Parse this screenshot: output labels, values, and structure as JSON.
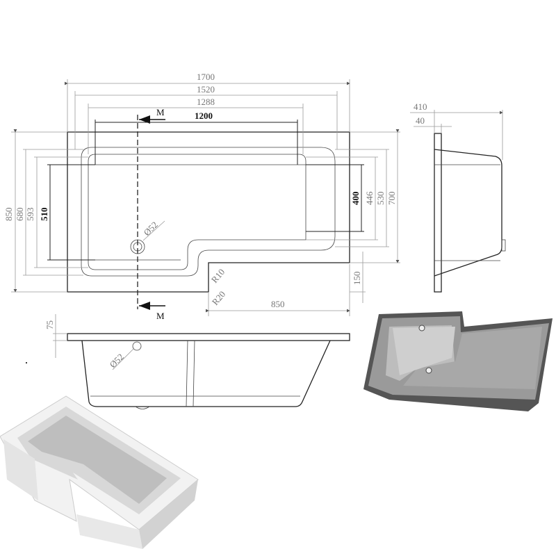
{
  "plan_view": {
    "horizontal_dims": [
      "1700",
      "1520",
      "1288",
      "1200"
    ],
    "bottom_dim": "850",
    "left_dims": [
      "850",
      "680",
      "593",
      "510"
    ],
    "right_dims": [
      "400",
      "446",
      "530",
      "700"
    ],
    "step_dim": "150",
    "radii": [
      "R10",
      "R20"
    ],
    "waste_label": "Ø52",
    "section_label": "M"
  },
  "side_view": {
    "depth_dim": "410",
    "rim_dim": "40"
  },
  "front_view": {
    "rim_height_dim": "75",
    "waste_label": "Ø52"
  },
  "colors": {
    "line": "#222222",
    "dim_line": "#999999",
    "render_gray": "#8a8a8a"
  }
}
